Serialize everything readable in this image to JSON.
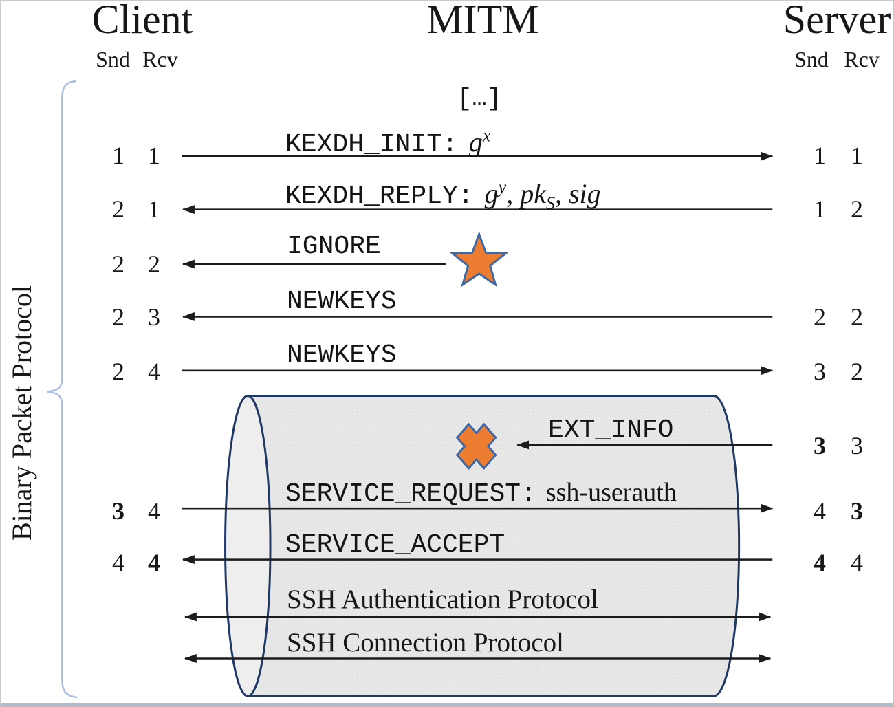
{
  "diagram": {
    "title_client": "Client",
    "title_mitm": "MITM",
    "title_server": "Server",
    "client_snd_header": "Snd",
    "client_rcv_header": "Rcv",
    "server_snd_header": "Snd",
    "server_rcv_header": "Rcv",
    "ellipsis": "[…]",
    "side_label": "Binary Packet Protocol"
  },
  "cylinder": {
    "auth_protocol": "SSH Authentication Protocol",
    "conn_protocol": "SSH Connection Protocol"
  },
  "messages": {
    "kexdh_init": {
      "label": "KEXDH_INIT:",
      "arg_base": "g",
      "arg_sup": "x"
    },
    "kexdh_reply": {
      "label": "KEXDH_REPLY:",
      "arg_base": "g",
      "arg_sup": "y",
      "arg_mid": ", pk",
      "arg_sub": "S",
      "arg_end": ", sig"
    },
    "ignore": {
      "label": "IGNORE"
    },
    "newkeys_1": {
      "label": "NEWKEYS"
    },
    "newkeys_2": {
      "label": "NEWKEYS"
    },
    "ext_info": {
      "label": "EXT_INFO"
    },
    "service_request": {
      "label": "SERVICE_REQUEST:",
      "arg": "ssh-userauth"
    },
    "service_accept": {
      "label": "SERVICE_ACCEPT"
    }
  },
  "counters": {
    "client": {
      "kexdh_init": {
        "snd": "1",
        "rcv": "1"
      },
      "kexdh_reply": {
        "snd": "2",
        "rcv": "1"
      },
      "ignore": {
        "snd": "2",
        "rcv": "2"
      },
      "newkeys_1": {
        "snd": "2",
        "rcv": "3"
      },
      "newkeys_2": {
        "snd": "2",
        "rcv": "4"
      },
      "service_request": {
        "snd": "3",
        "rcv": "4"
      },
      "service_accept": {
        "snd": "4",
        "rcv": "4"
      }
    },
    "server": {
      "kexdh_init": {
        "snd": "1",
        "rcv": "1"
      },
      "kexdh_reply": {
        "snd": "1",
        "rcv": "2"
      },
      "newkeys_1": {
        "snd": "2",
        "rcv": "2"
      },
      "newkeys_2": {
        "snd": "3",
        "rcv": "2"
      },
      "ext_info": {
        "snd": "3",
        "rcv": "3"
      },
      "service_request": {
        "snd": "4",
        "rcv": "3"
      },
      "service_accept": {
        "snd": "4",
        "rcv": "4"
      }
    }
  },
  "icons": {
    "injected_marker": "star-icon",
    "blocked_marker": "cross-icon"
  },
  "colors": {
    "icon_fill": "#ED7D31",
    "icon_stroke": "#3E68A5",
    "cylinder_border": "#1F3864",
    "cylinder_fill": "#E7E7E7",
    "cylinder_cap_fill": "#EEEEEE",
    "bracket": "#A6BEE2",
    "arrow": "#1C1C1C"
  }
}
